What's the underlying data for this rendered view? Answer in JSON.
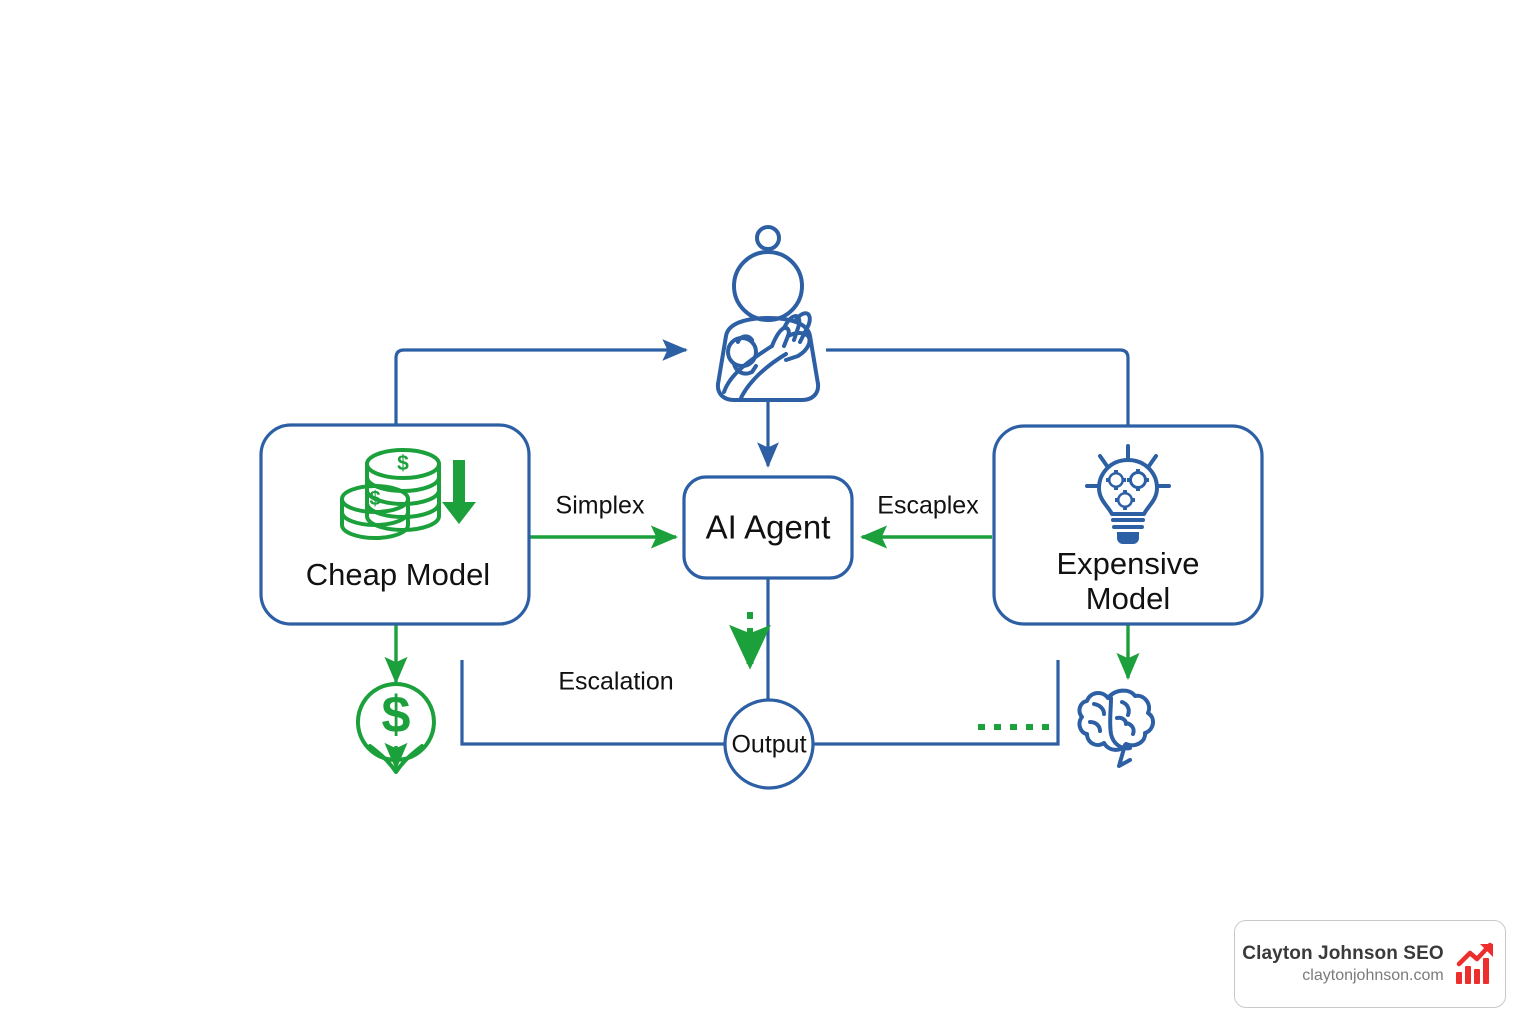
{
  "diagram": {
    "title": "AI Agent model routing flow",
    "colors": {
      "blue": "#2d5fa4",
      "green": "#1ca03c",
      "text": "#111111",
      "background": "#ffffff"
    },
    "nodes": {
      "cheap_model": {
        "label": "Cheap Model",
        "icon": "coins-down-icon"
      },
      "ai_agent": {
        "label": "AI Agent"
      },
      "expensive_model": {
        "label": "Expensive\nModel",
        "label_line1": "Expensive",
        "label_line2": "Model",
        "icon": "lightbulb-gears-icon"
      },
      "output": {
        "label": "Output"
      },
      "user": {
        "icon": "person-hand-icon"
      },
      "savings": {
        "icon": "dollar-pin-down-icon"
      },
      "brain": {
        "icon": "brain-icon"
      }
    },
    "edges": [
      {
        "label": "Simplex",
        "from": "cheap_model",
        "to": "ai_agent",
        "color": "green",
        "style": "solid-arrow"
      },
      {
        "label": "Escaplex",
        "from": "expensive_model",
        "to": "ai_agent",
        "color": "green",
        "style": "solid-arrow"
      },
      {
        "label": "Escalation",
        "from": "output",
        "to": "cheap_model",
        "color": "blue",
        "style": "elbow"
      },
      {
        "label": "",
        "from": "user",
        "to": "ai_agent",
        "color": "blue",
        "style": "solid-arrow"
      },
      {
        "label": "",
        "from": "cheap_model",
        "to": "user",
        "color": "blue",
        "style": "elbow-arrow"
      },
      {
        "label": "",
        "from": "user",
        "to": "expensive_model",
        "color": "blue",
        "style": "elbow"
      },
      {
        "label": "",
        "from": "ai_agent",
        "to": "output",
        "color": "green",
        "style": "dotted-arrow"
      },
      {
        "label": "",
        "from": "cheap_model",
        "to": "savings",
        "color": "green",
        "style": "solid-arrow"
      },
      {
        "label": "",
        "from": "expensive_model",
        "to": "brain",
        "color": "green",
        "style": "solid-arrow"
      },
      {
        "label": "",
        "from": "output",
        "to": "brain",
        "color": "blue",
        "style": "elbow"
      }
    ]
  },
  "badge": {
    "title": "Clayton Johnson SEO",
    "url": "claytonjohnson.com",
    "logo_icon": "bar-chart-growth-icon",
    "logo_color": "#ee2d2d"
  }
}
